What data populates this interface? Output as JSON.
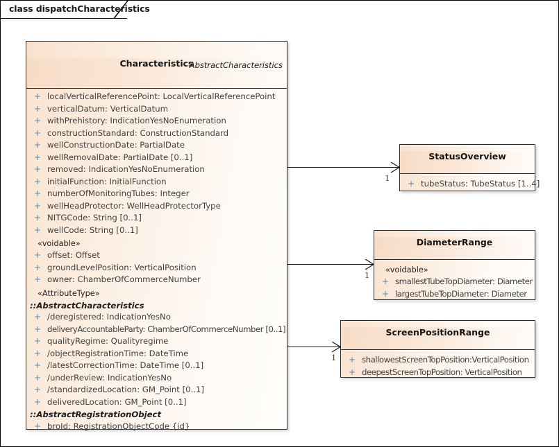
{
  "diagram": {
    "frame_label": "class dispatchCharacteristics"
  },
  "main_class": {
    "stereotype": "AbstractCharacteristics",
    "name": "Characteristics",
    "attributes": [
      {
        "vis": "+",
        "text": "localVerticalReferencePoint: LocalVerticalReferencePoint"
      },
      {
        "vis": "+",
        "text": "verticalDatum: VerticalDatum"
      },
      {
        "vis": "+",
        "text": "withPrehistory: IndicationYesNoEnumeration"
      },
      {
        "vis": "+",
        "text": "constructionStandard: ConstructionStandard"
      },
      {
        "vis": "+",
        "text": "wellConstructionDate: PartialDate"
      },
      {
        "vis": "+",
        "text": "wellRemovalDate: PartialDate [0..1]"
      },
      {
        "vis": "+",
        "text": "removed: IndicationYesNoEnumeration"
      },
      {
        "vis": "+",
        "text": "initialFunction: InitialFunction"
      },
      {
        "vis": "+",
        "text": "numberOfMonitoringTubes: Integer"
      },
      {
        "vis": "+",
        "text": "wellHeadProtector: WellHeadProtectorType"
      },
      {
        "vis": "+",
        "text": "NITGCode: String [0..1]"
      },
      {
        "vis": "+",
        "text": "wellCode: String [0..1]"
      }
    ],
    "voidable_stereotype": "«voidable»",
    "voidable_attributes": [
      {
        "vis": "+",
        "text": "offset: Offset"
      },
      {
        "vis": "+",
        "text": "groundLevelPosition: VerticalPosition"
      },
      {
        "vis": "+",
        "text": "owner: ChamberOfCommerceNumber"
      }
    ],
    "attributetype_stereotype": "«AttributeType»",
    "inherited_abstract_characteristics": {
      "title": "::AbstractCharacteristics",
      "attributes": [
        {
          "vis": "+",
          "text": "/deregistered: IndicationYesNo"
        },
        {
          "vis": "+",
          "text": "deliveryAccountableParty: ChamberOfCommerceNumber [0..1]"
        },
        {
          "vis": "+",
          "text": "qualityRegime: Qualityregime"
        },
        {
          "vis": "+",
          "text": "/objectRegistrationTime: DateTime"
        },
        {
          "vis": "+",
          "text": "/latestCorrectionTime: DateTime [0..1]"
        },
        {
          "vis": "+",
          "text": "/underReview: IndicationYesNo"
        },
        {
          "vis": "+",
          "text": "/standardizedLocation: GM_Point [0..1]"
        },
        {
          "vis": "+",
          "text": "deliveredLocation: GM_Point [0..1]"
        }
      ]
    },
    "inherited_abstract_registration_object": {
      "title": "::AbstractRegistrationObject",
      "attributes": [
        {
          "vis": "+",
          "text": "broId: RegistrationObjectCode {id}"
        }
      ]
    }
  },
  "status_overview": {
    "name": "StatusOverview",
    "attributes": [
      {
        "vis": "+",
        "text": "tubeStatus: TubeStatus [1..4]"
      }
    ],
    "multiplicity": "1"
  },
  "diameter_range": {
    "name": "DiameterRange",
    "stereotype": "«voidable»",
    "attributes": [
      {
        "vis": "+",
        "text": "smallestTubeTopDiameter: Diameter"
      },
      {
        "vis": "+",
        "text": "largestTubeTopDiameter: Diameter"
      }
    ],
    "multiplicity": "1"
  },
  "screen_position_range": {
    "name": "ScreenPositionRange",
    "attributes": [
      {
        "vis": "+",
        "text": "shallowestScreenTopPosition:VerticalPosition"
      },
      {
        "vis": "+",
        "text": "deepestScreenTopPosition: VerticalPosition"
      }
    ],
    "multiplicity": "1"
  },
  "colors": {
    "class_header": "#f7dcc6",
    "class_body": "#fdf0e6",
    "border": "#2b2b2b",
    "visibility_plus": "#5a86a8",
    "attribute_text": "#3f3f3f"
  }
}
